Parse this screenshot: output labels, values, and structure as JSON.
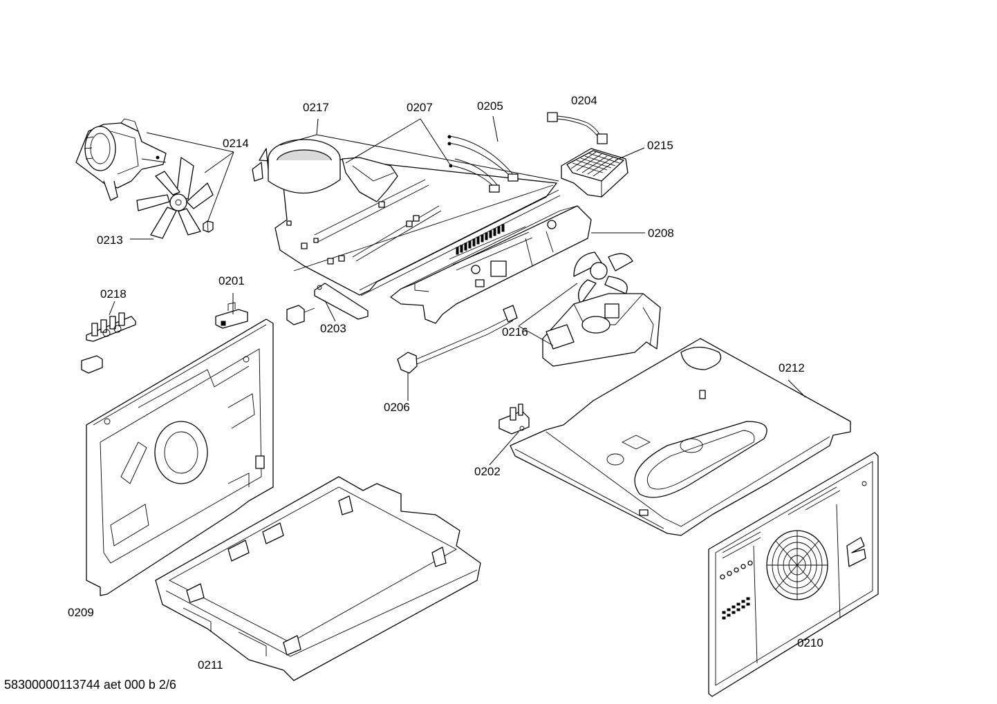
{
  "footer": "58300000113744 aet 000 b 2/6",
  "labels": {
    "p0201": "0201",
    "p0202": "0202",
    "p0203": "0203",
    "p0204": "0204",
    "p0205": "0205",
    "p0206": "0206",
    "p0207": "0207",
    "p0208": "0208",
    "p0209": "0209",
    "p0210": "0210",
    "p0211": "0211",
    "p0212": "0212",
    "p0213": "0213",
    "p0214": "0214",
    "p0215": "0215",
    "p0216": "0216",
    "p0217": "0217",
    "p0218": "0218"
  }
}
